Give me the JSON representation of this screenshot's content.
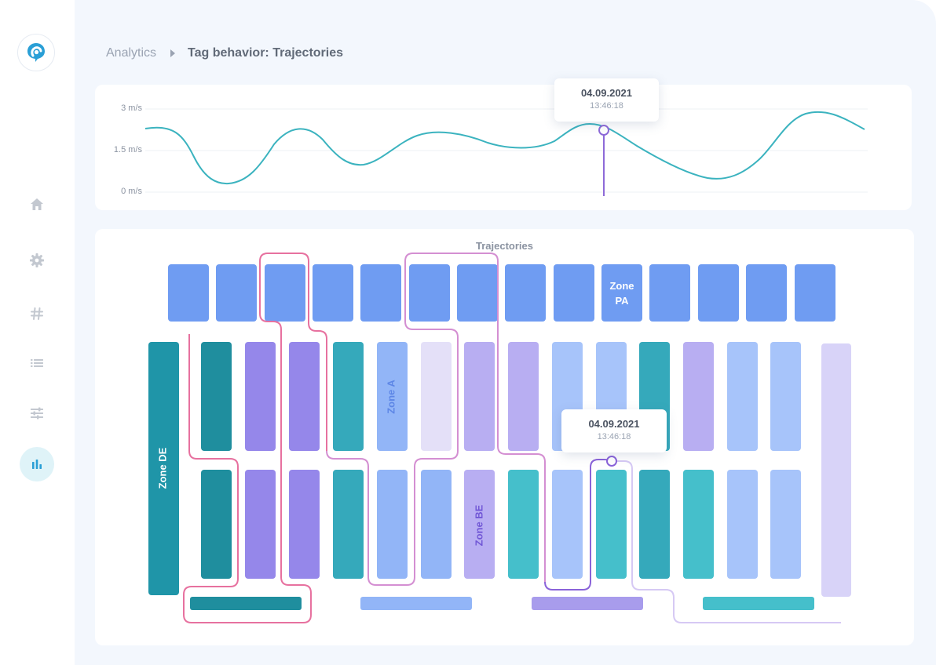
{
  "breadcrumb": {
    "root": "Analytics",
    "current": "Tag behavior: Trajectories"
  },
  "sidebar": {
    "logo_icon": "location-pin-logo",
    "items": [
      {
        "icon": "home-icon",
        "active": false
      },
      {
        "icon": "gear-icon",
        "active": false
      },
      {
        "icon": "hash-icon",
        "active": false
      },
      {
        "icon": "list-icon",
        "active": false
      },
      {
        "icon": "sliders-icon",
        "active": false
      },
      {
        "icon": "bar-chart-icon",
        "active": true
      }
    ]
  },
  "speed_chart": {
    "y_ticks": [
      "3 m/s",
      "1.5 m/s",
      "0 m/s"
    ],
    "tooltip": {
      "date": "04.09.2021",
      "time": "13:46:18"
    },
    "line_color": "#3bb3bf",
    "marker_color": "#8e6ad8"
  },
  "trajectories": {
    "title": "Trajectories",
    "zones": {
      "pa": "Zone PA",
      "de": "Zone DE",
      "a": "Zone A",
      "be": "Zone BE"
    },
    "tooltip": {
      "date": "04.09.2021",
      "time": "13:46:18"
    }
  }
}
